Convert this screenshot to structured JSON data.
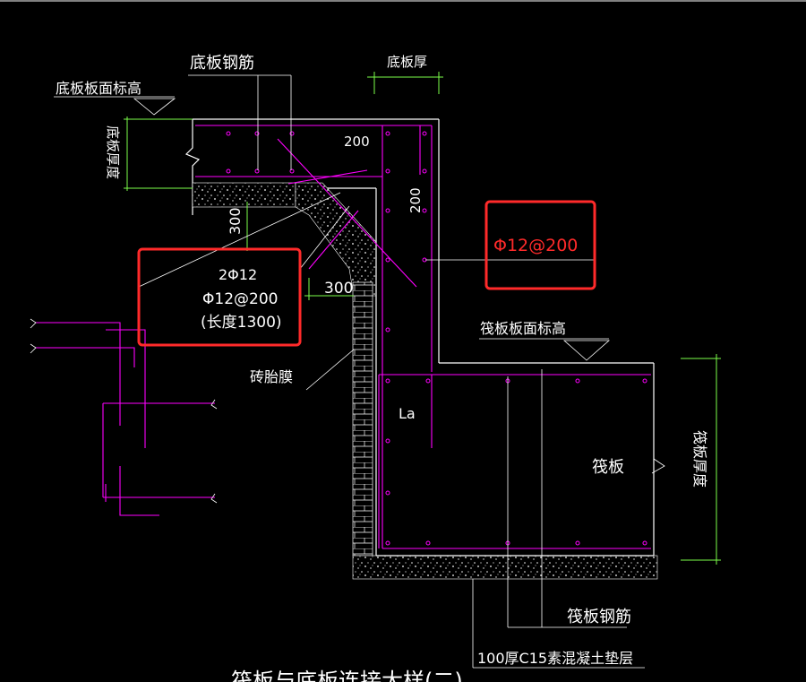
{
  "labels": {
    "bottom_slab_rebar": "底板钢筋",
    "bottom_slab_top_elev": "底板板面标高",
    "bottom_slab_thickness_label": "底板厚",
    "bottom_slab_thickness_vertical": "底板厚度",
    "dim_200_top": "200",
    "dim_200_vertical": "200",
    "dim_300_vertical": "300",
    "dim_300_horizontal": "300",
    "rebar_callout_count": "2Φ12",
    "rebar_callout_spacing": "Φ12@200",
    "rebar_callout_length": "(长度1300)",
    "highlight_rebar": "Φ12@200",
    "brick_membrane": "砖胎膜",
    "raft_top_elev": "筏板板面标高",
    "la": "La",
    "raft": "筏板",
    "raft_thickness": "筏板厚度",
    "raft_rebar": "筏板钢筋",
    "cushion": "100厚C15素混凝土垫层",
    "bottom_title": "筏板与底板连接大样(二)"
  },
  "colors": {
    "background": "#000000",
    "wall_outline": "#ffffff",
    "rebar": "#ff00ff",
    "dimension": "#7cff4a",
    "highlight": "#ff2a2a",
    "text": "#ffffff"
  }
}
